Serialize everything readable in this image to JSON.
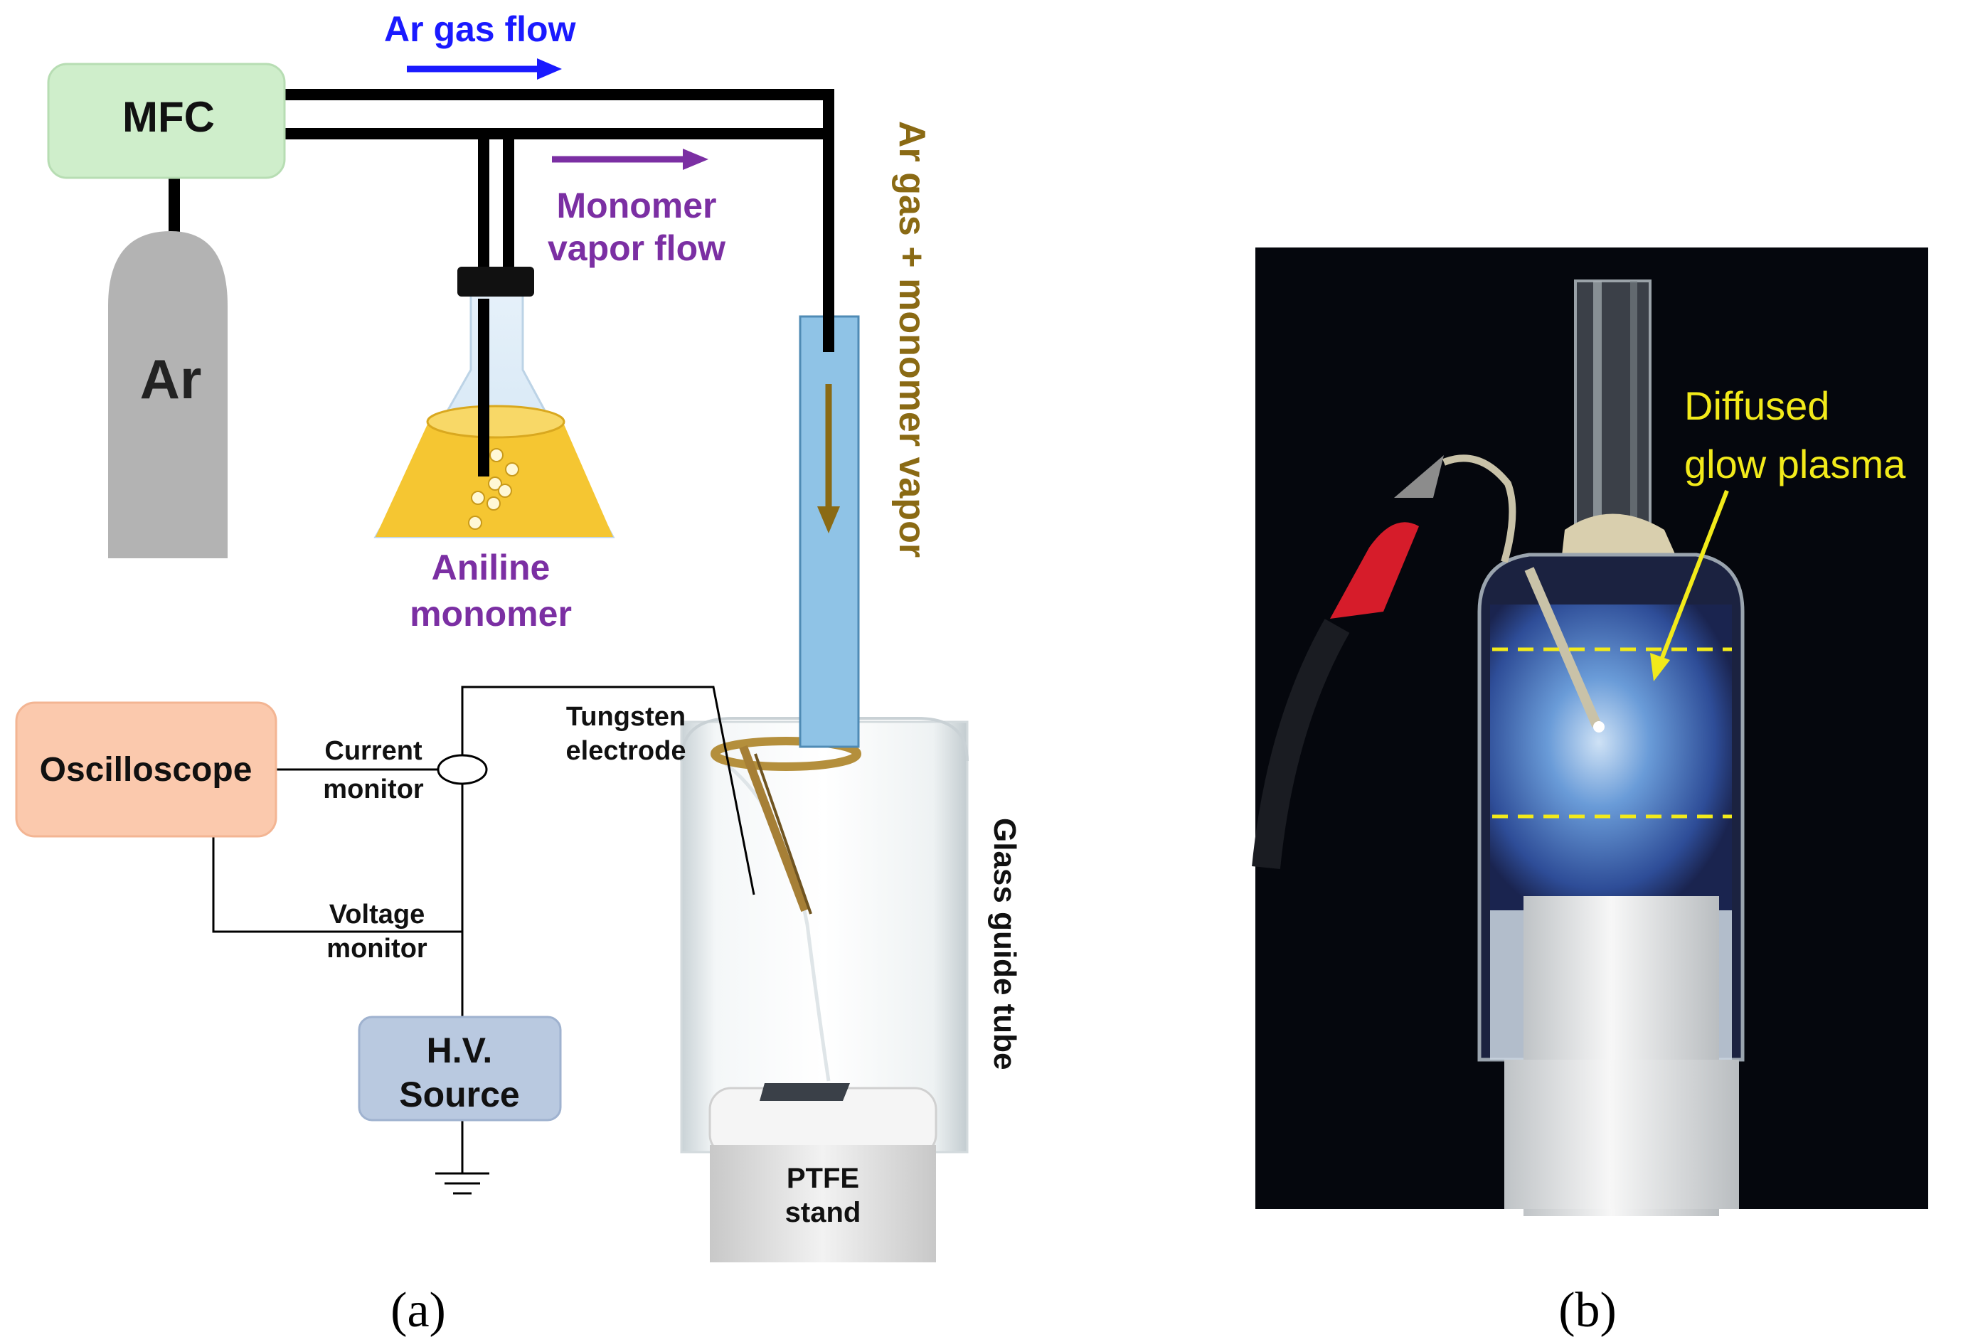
{
  "panel_a": {
    "ar_gas_flow": "Ar gas flow",
    "mfc": "MFC",
    "ar_cylinder": "Ar",
    "monomer_vapor_flow_line1": "Monomer",
    "monomer_vapor_flow_line2": "vapor flow",
    "aniline_line1": "Aniline",
    "aniline_line2": "monomer",
    "mixed_flow": "Ar gas + monomer vapor",
    "tungsten_line1": "Tungsten",
    "tungsten_line2": "electrode",
    "oscilloscope": "Oscilloscope",
    "current_line1": "Current",
    "current_line2": "monitor",
    "voltage_line1": "Voltage",
    "voltage_line2": "monitor",
    "hv_line1": "H.V.",
    "hv_line2": "Source",
    "glass_guide_tube": "Glass guide tube",
    "ptfe_line1": "PTFE",
    "ptfe_line2": "stand"
  },
  "panel_b": {
    "plasma_line1": "Diffused",
    "plasma_line2": "glow plasma"
  },
  "captions": {
    "a": "(a)",
    "b": "(b)"
  },
  "colors": {
    "ar_flow": "#1a1aff",
    "monomer_flow": "#7b2fa3",
    "mixed_flow": "#8a6a14",
    "plasma_label": "#f2ea1a",
    "mfc_box": "#cfeecb",
    "oscilloscope_box": "#fbc9ad",
    "hv_box": "#b9c9e0",
    "cylinder": "#b3b3b3",
    "liquid": "#f5c632",
    "tube_blue": "#8fc3e6"
  }
}
